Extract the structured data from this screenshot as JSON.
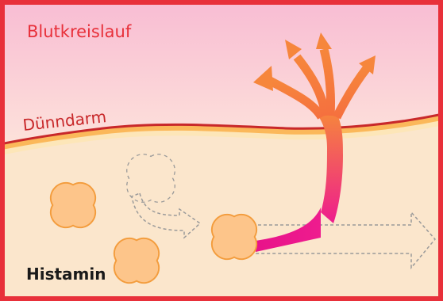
{
  "labels": {
    "bloodstream": "Blutkreislauf",
    "small_intestine": "Dünndarm",
    "histamine": "Histamin"
  },
  "colors": {
    "frame": "#e8303a",
    "blood_top": "#f8bcd3",
    "blood_bottom": "#fde3db",
    "intestine_tissue": "#fbe6cc",
    "intestine_wall": "#c8282a",
    "molecule_fill": "#fdc58a",
    "molecule_stroke": "#f39c3c",
    "transport_start": "#ee1c8e",
    "transport_end": "#f6863c",
    "dashed_outline": "#9a9a9a"
  },
  "icons": [
    "histamine-molecule",
    "histamine-molecule-ghost",
    "dashed-arrow",
    "branching-arrow"
  ]
}
